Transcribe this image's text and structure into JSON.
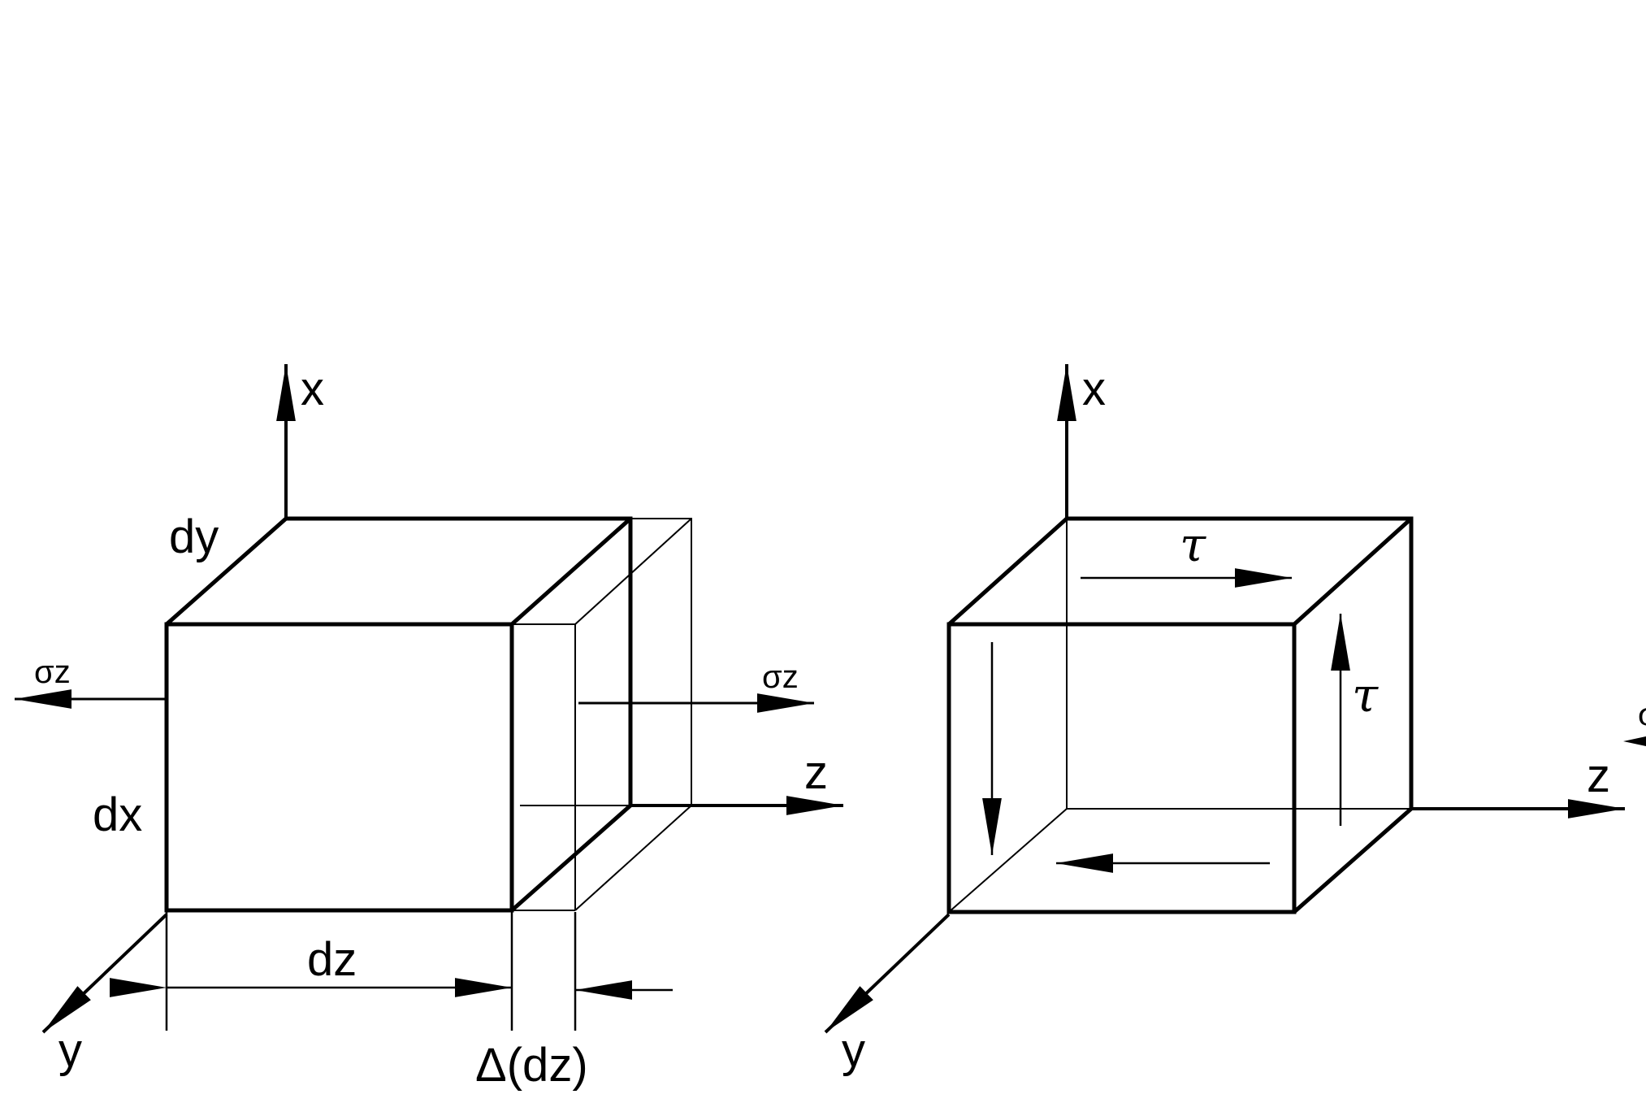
{
  "figure_left": {
    "axis_x": "x",
    "axis_y": "y",
    "axis_z": "z",
    "dim_dy": "dy",
    "dim_dx": "dx",
    "dim_dz": "dz",
    "elongation": "Δ(dz)",
    "stress_left": "σz",
    "stress_right": "σz"
  },
  "figure_right": {
    "axis_x": "x",
    "axis_y": "y",
    "axis_z": "z",
    "shear_top": "τ",
    "shear_right": "τ",
    "stress_partial": "σ"
  },
  "colors": {
    "ink": "#000000",
    "background": "#ffffff"
  }
}
